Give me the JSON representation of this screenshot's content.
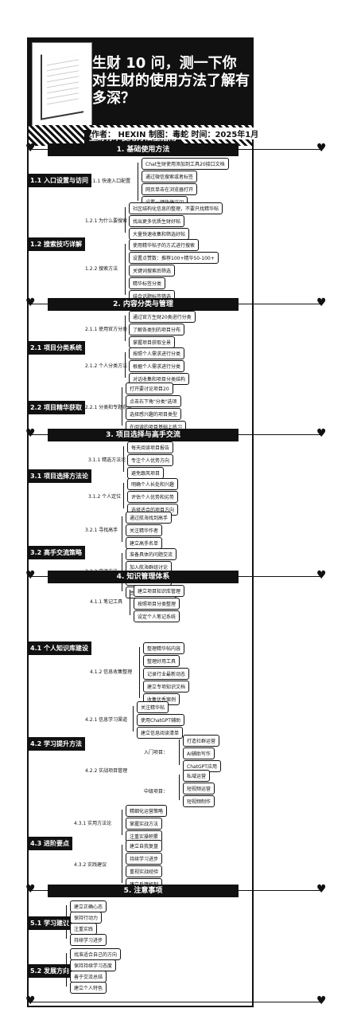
{
  "header": {
    "title": "生财 10 问，测一下你对生财的使用方法了解有多深？",
    "meta": "作者： HEXIN 制图：毒蛇 时间：2025年1月",
    "subtitle": "生财有术使用方法全指南"
  },
  "sections": [
    {
      "label": "1. 基础使用方法"
    },
    {
      "label": "2. 内容分类与管理"
    },
    {
      "label": "3. 项目选择与高手交流"
    },
    {
      "label": "4. 知识管理体系"
    },
    {
      "label": "5. 注意事项"
    }
  ],
  "tree": {
    "s1": {
      "a": {
        "label": "1.1 入口设置与访问",
        "b": "1.1.1 快速入口配置",
        "leaves": [
          "Chat生财使用添加到工具20接口文档",
          "通过微信搜索或者标签",
          "网页单击在浏览器打开",
          "设置一键快捷访问"
        ]
      },
      "b": {
        "label": "1.2 搜索技巧详解",
        "c1": "1.2.1 为什么要搜索",
        "leaves1": [
          "社区结构化信息的整理，不要只找精华帖",
          "找出更多优质生财好帖",
          "大量快速收集和筛选好帖"
        ],
        "c2": "1.2.2 搜索方法",
        "leaves2": [
          "使用精华帖子的方式进行搜索",
          "设置点赞数：推荐100+精华50-100+",
          "关键词搜索后筛选",
          "精华标签分类",
          "结合话题标签筛选"
        ]
      }
    },
    "s2": {
      "a": {
        "label": "2.1 项目分类系统",
        "c1": "2.1.1 使用官方分类",
        "leaves1": [
          "通过官方生财20类进行分类",
          "了解各类别的项目分布",
          "掌握项目获取全景"
        ],
        "c2": "2.1.2 个人分类方法",
        "leaves2": [
          "按照个人需求进行分类",
          "根据个人需求进行分类",
          "对话收集和项目分类结构"
        ]
      },
      "b": {
        "label": "2.2 项目精华获取",
        "c1": "2.2.1 分类和专题获取",
        "leaves1": [
          "打开要讨论项目20",
          "点击右下角\"分类\"选项",
          "选择感兴趣的项目类型",
          "在阅读的项目基础上练习"
        ]
      }
    },
    "s3": {
      "a": {
        "label": "3.1 项目选择方法论",
        "c1": "3.1.1 精选方法论",
        "leaves1": [
          "每天阅读项目报告",
          "专注个人优势方向",
          "避免跟风项目"
        ],
        "c2": "3.1.2 个人定位",
        "leaves2": [
          "明确个人长处和兴趣",
          "评估个人优势和劣势",
          "选择适合的项目方向"
        ]
      },
      "b": {
        "label": "3.2 高手交流策略",
        "c1": "3.2.1 寻找高手",
        "leaves1": [
          "通过航海找到高手",
          "关注精华作者",
          "建立高手名单"
        ],
        "c2": "3.2.2 交流方法",
        "leaves2": [
          "准备具体的问题交流",
          "加入航海群组讨论",
          "参加线下活动认识",
          "主动分享经验和价值"
        ]
      }
    },
    "s4": {
      "a": {
        "label": "4.1 个人知识库建设",
        "c1": "4.1.1 笔记工具",
        "leaves1": [
          "建立项目知识库管理",
          "按照项目分类整理",
          "设定个人笔记系统"
        ],
        "c2": "4.1.2 信息收集整理",
        "leaves2": [
          "整理精华帖内容",
          "整理好用工具",
          "记录行业最新动态",
          "建立专项知识文档",
          "收集优秀案例"
        ]
      },
      "b": {
        "label": "4.2 学习提升方法",
        "c1": "4.2.1 信息学习渠道",
        "leaves1": [
          "关注精华帖",
          "使用ChatGPT辅助",
          "建立信息阅读清单"
        ],
        "c2": "4.2.2 实战项目管理",
        "sub1": "入门项目：",
        "sub1leaves": [
          "打造社群运营",
          "AI辅助写作",
          "ChatGPT应用"
        ],
        "sub2": "中级项目：",
        "sub2leaves": [
          "私域运营",
          "短视频运营",
          "短视频制作"
        ]
      }
    },
    "s4c": {
      "label": "4.3 进阶要点",
      "c1": "4.3.1 实用方法论",
      "leaves1": [
        "精细化运营策略",
        "掌握实战方法",
        "注重实操积累"
      ],
      "c2": "4.3.2 实践建议",
      "leaves2": [
        "建立自我复盘",
        "持续学习进步",
        "重视实战经验",
        "建立反馈机制"
      ]
    },
    "s5": {
      "a": {
        "label": "5.1 学习建议",
        "leaves": [
          "建立正确心态",
          "保持行动力",
          "注重实践",
          "持续学习进步"
        ]
      },
      "b": {
        "label": "5.2 发展方向",
        "leaves": [
          "找准适合自己的方向",
          "保持持续学习态度",
          "善于交流总结",
          "建立个人特色"
        ]
      }
    }
  }
}
